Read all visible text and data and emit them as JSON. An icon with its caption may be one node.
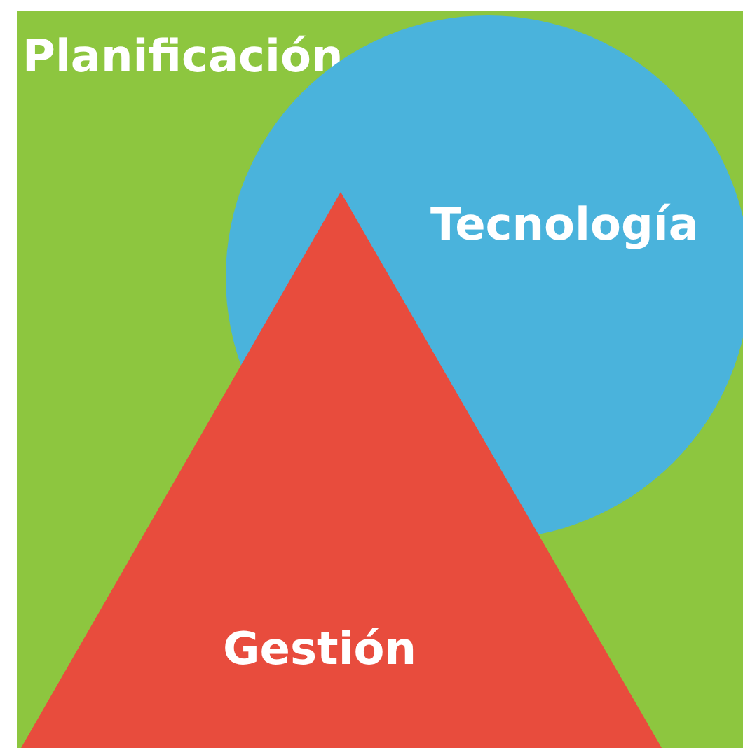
{
  "diagram": {
    "nodes": [
      {
        "text": [
          "Planificación"
        ]
      },
      {
        "text": [
          "Tecnología"
        ],
        "in": 0
      },
      {
        "text": [
          "Gestión"
        ],
        "in": 0
      }
    ]
  }
}
